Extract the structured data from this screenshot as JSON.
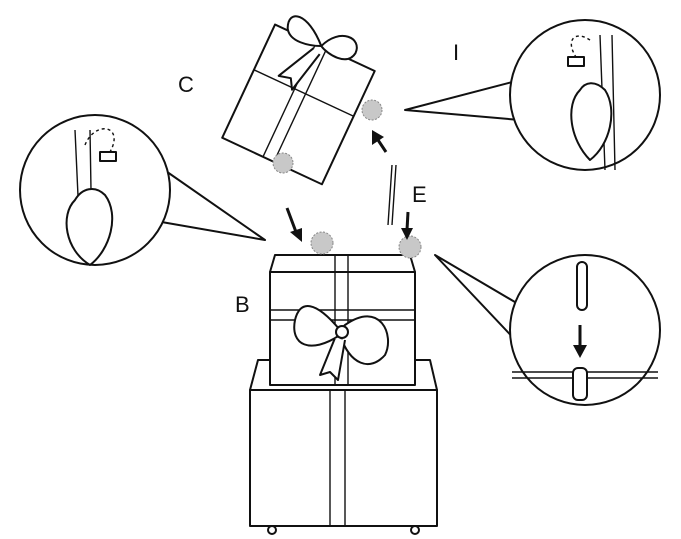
{
  "labels": {
    "c": "C",
    "i": "I",
    "e": "E",
    "b": "B"
  },
  "colors": {
    "line": "#111111",
    "marker": "#c8c8c8"
  }
}
